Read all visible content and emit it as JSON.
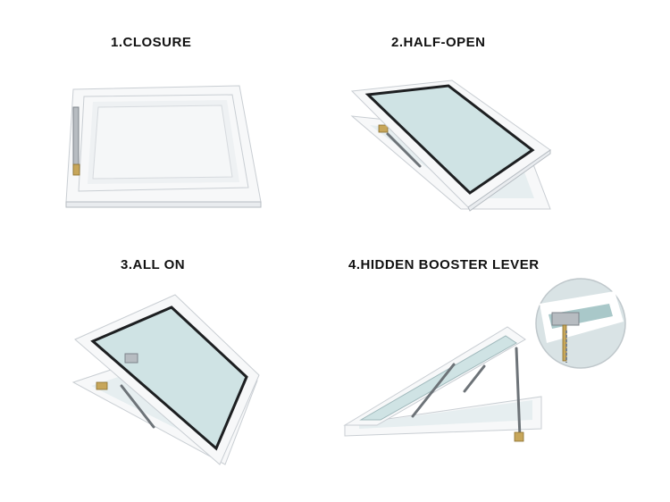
{
  "panels": [
    {
      "caption": "1.CLOSURE"
    },
    {
      "caption": "2.HALF-OPEN"
    },
    {
      "caption": "3.ALL ON"
    },
    {
      "caption": "4.HIDDEN BOOSTER LEVER"
    }
  ],
  "colors": {
    "frame": "#f7f8f9",
    "glass": "#cfe3e4",
    "seal": "#1d1f21",
    "strut": "#6d7378"
  }
}
